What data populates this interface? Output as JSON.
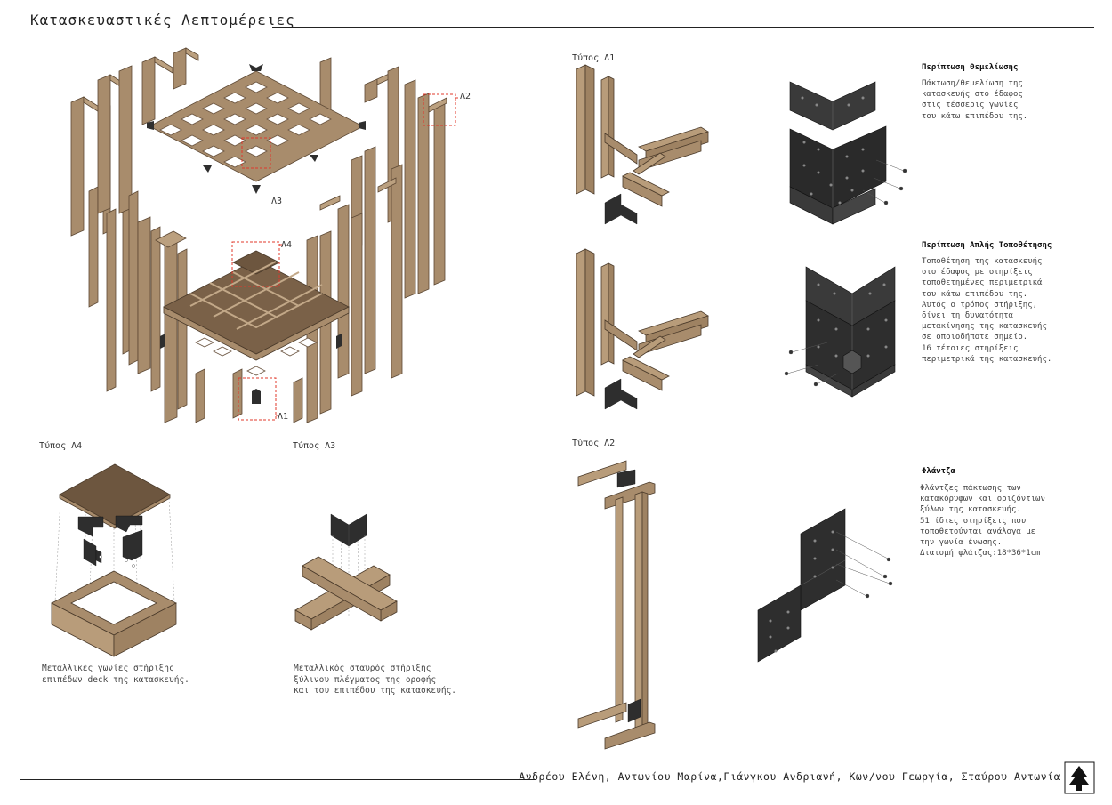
{
  "header": {
    "title": "Κατασκευαστικές Λεπτομέρειες"
  },
  "main_drawing": {
    "callouts": [
      "Λ1",
      "Λ2",
      "Λ3",
      "Λ4"
    ]
  },
  "type_labels": {
    "l1": "Τύπος Λ1",
    "l2": "Τύπος Λ2",
    "l3": "Τύπος Λ3",
    "l4": "Τύπος Λ4"
  },
  "captions": {
    "l4": "Μεταλλικές γωνίες στήριξης\nεπιπέδων deck της κατασκευής.",
    "l3": "Μεταλλικός σταυρός στήριξης\nξύλινου πλέγματος της οροφής\nκαι του επιπέδου της κατασκευής."
  },
  "notes": {
    "foundation": {
      "heading": "Περίπτωση Θεμελίωσης",
      "text": "Πάκτωση/θεμελίωση της\nκατασκευής στο έδαφος\nστις τέσσερις γωνίες\nτου κάτω επιπέδου της."
    },
    "simple": {
      "heading": "Περίπτωση Απλής Τοποθέτησης",
      "text": "Τοποθέτηση της κατασκευής\nστο έδαφος με στηρίξεις\nτοποθετημένες περιμετρικά\nτου κάτω επιπέδου της.\nΑυτός ο τρόπος στήριξης,\nδίνει τη δυνατότητα\nμετακίνησης της κατασκευής\nσε οποιοδήποτε σημείο.\n16 τέτοιες στηρίξεις\nπεριμετρικά της κατασκευής."
    },
    "flange": {
      "heading": "Φλάντζα",
      "text": "Φλάντζες πάκτωσης των\nκατακόρυφων και οριζόντιων\nξύλων της κατασκευής.\n51 ίδιες στηρίξεις που\nτοποθετούνται ανάλογα με\nτην γωνία ένωσης.\nΔιατομή φλάτζας:18*36*1cm"
    }
  },
  "footer": {
    "authors": "Ανδρέου Ελένη, Αντωνίου Μαρίνα,Γιάνγκου Ανδριανή, Κων/νου Γεωργία, Σταύρου Αντωνία"
  },
  "colors": {
    "wood": "#a88c6c",
    "wood_dark": "#7a6148",
    "steel": "#2e2e2e",
    "callout": "#e0392b"
  }
}
